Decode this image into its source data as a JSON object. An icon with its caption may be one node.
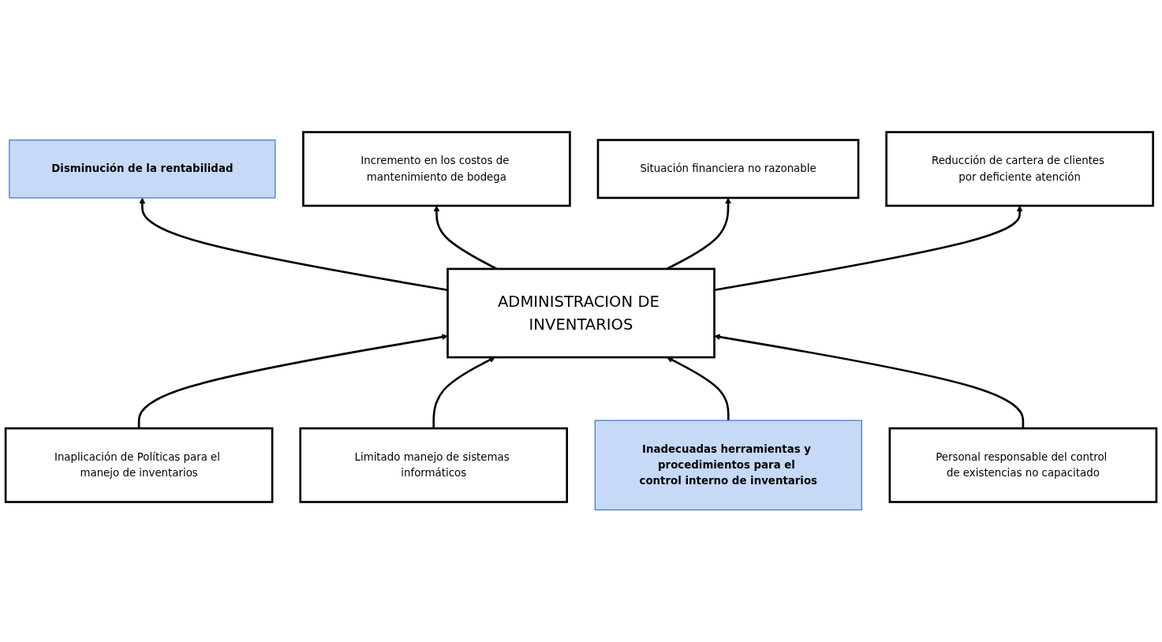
{
  "diagram": {
    "nodes": [
      {
        "text": [
          "Disminución de la rentabilidad"
        ]
      },
      {
        "text": [
          "Incremento en los costos de mantenimiento de bodega"
        ]
      },
      {
        "text": [
          "Situación financiera no razonable"
        ]
      },
      {
        "text": [
          "Reducción de cartera de clientes por deficiente atención"
        ]
      },
      {
        "text": [
          "ADMINISTRACION DE INVENTARIOS"
        ]
      },
      {
        "text": [
          "Inaplicación de Políticas para el manejo de inventarios"
        ]
      },
      {
        "text": [
          "Limitado manejo de sistemas informáticos"
        ]
      },
      {
        "text": [
          "Inadecuadas herramientas y procedimientos para el control interno de inventarios"
        ]
      },
      {
        "text": [
          "Personal responsable del control de existencias no capacitado"
        ]
      }
    ],
    "edges": [
      {
        "from": 4,
        "to": 0,
        "arrow": "to"
      },
      {
        "from": 4,
        "to": 1,
        "arrow": "to"
      },
      {
        "from": 4,
        "to": 2,
        "arrow": "to"
      },
      {
        "from": 4,
        "to": 3,
        "arrow": "to"
      },
      {
        "from": 5,
        "to": 4,
        "arrow": "to"
      },
      {
        "from": 6,
        "to": 4,
        "arrow": "to"
      },
      {
        "from": 7,
        "to": 4,
        "arrow": "to"
      },
      {
        "from": 8,
        "to": 4,
        "arrow": "to"
      }
    ]
  }
}
